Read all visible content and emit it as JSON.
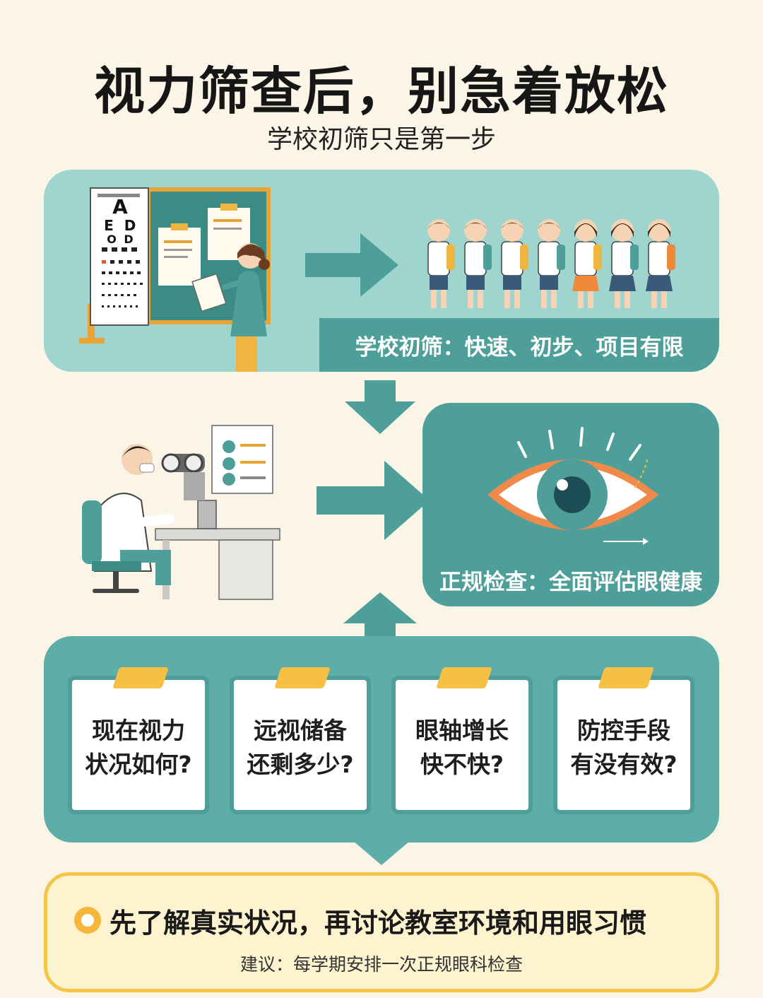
{
  "header": {
    "title": "视力筛查后，别急着放松",
    "subtitle": "学校初筛只是第一步"
  },
  "school_screening": {
    "caption": "学校初筛：快速、初步、项目有限",
    "chart_letters": [
      "A",
      "E",
      "D",
      "O",
      "D"
    ],
    "student_count": 7
  },
  "formal_exam": {
    "caption": "正规检查：全面评估眼健康"
  },
  "questions": [
    {
      "line1": "现在视力",
      "line2": "状况如何?"
    },
    {
      "line1": "远视储备",
      "line2": "还剩多少?"
    },
    {
      "line1": "眼轴增长",
      "line2": "快不快?"
    },
    {
      "line1": "防控手段",
      "line2": "有没有效?"
    }
  ],
  "conclusion": {
    "main": "先了解真实状况，再讨论教室环境和用眼习惯",
    "suggestion": "建议：每学期安排一次正规眼科检查"
  },
  "colors": {
    "background": "#faf5e6",
    "teal_light": "#9fd4cf",
    "teal_dark": "#4e9f99",
    "accent_yellow": "#f5c044"
  }
}
